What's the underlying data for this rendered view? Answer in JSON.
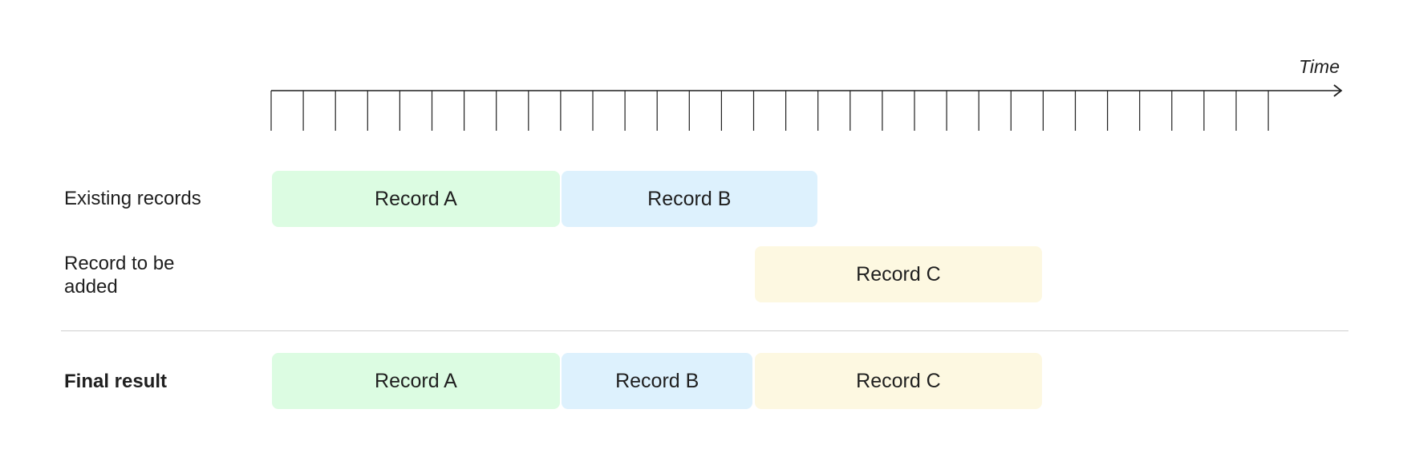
{
  "axis": {
    "label": "Time",
    "tick_count": 32
  },
  "rows": {
    "existing": "Existing records",
    "to_add": "Record to be added",
    "final": "Final result"
  },
  "colors": {
    "record_a": "#dcfce2",
    "record_b": "#ddf1fd",
    "record_c": "#fdf8e1",
    "axis": "#1f1f1f",
    "divider": "#cfcfcf"
  },
  "records": {
    "existing": [
      {
        "label": "Record A",
        "start_tick": 0,
        "end_tick": 9,
        "color": "#dcfce2"
      },
      {
        "label": "Record B",
        "start_tick": 9,
        "end_tick": 17,
        "color": "#ddf1fd"
      }
    ],
    "to_add": [
      {
        "label": "Record C",
        "start_tick": 15,
        "end_tick": 24,
        "color": "#fdf8e1"
      }
    ],
    "final": [
      {
        "label": "Record A",
        "start_tick": 0,
        "end_tick": 9,
        "color": "#dcfce2"
      },
      {
        "label": "Record B",
        "start_tick": 9,
        "end_tick": 15,
        "color": "#ddf1fd"
      },
      {
        "label": "Record C",
        "start_tick": 15,
        "end_tick": 24,
        "color": "#fdf8e1"
      }
    ]
  }
}
